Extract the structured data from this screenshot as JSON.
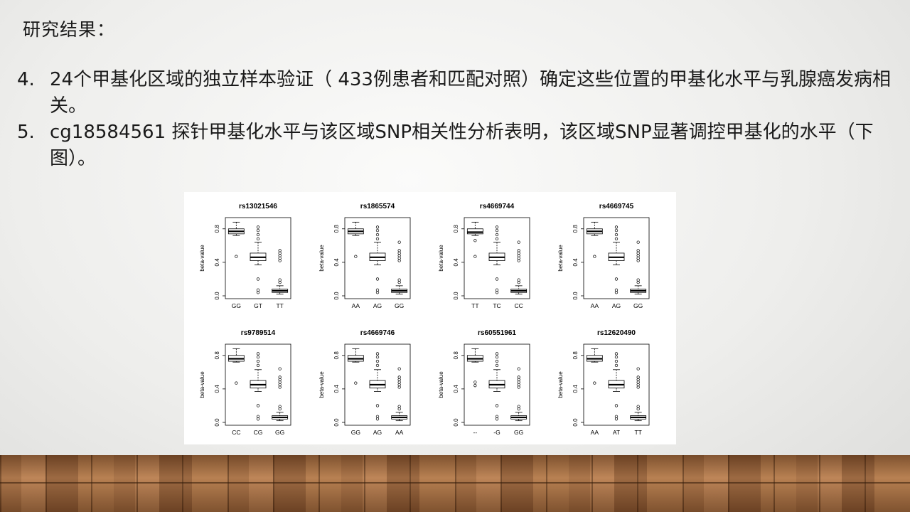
{
  "slide": {
    "title": "研究结果：",
    "bullets": [
      {
        "num": "4.",
        "text": "24个甲基化区域的独立样本验证（ 433例患者和匹配对照）确定这些位置的甲基化水平与乳腺癌发病相关。"
      },
      {
        "num": "5.",
        "text": "cg18584561 探针甲基化水平与该区域SNP相关性分析表明，该区域SNP显著调控甲基化的水平（下图）。"
      }
    ]
  },
  "chart_data": [
    {
      "type": "box",
      "title": "rs13021546",
      "ylabel": "beta-value",
      "ylim": [
        0,
        0.9
      ],
      "yticks": [
        "0.0",
        "0.4",
        "0.8"
      ],
      "categories": [
        "GG",
        "GT",
        "TT"
      ],
      "boxes": [
        {
          "min": 0.72,
          "q1": 0.74,
          "median": 0.77,
          "q3": 0.8,
          "max": 0.88,
          "outliers": [
            0.47
          ]
        },
        {
          "min": 0.37,
          "q1": 0.42,
          "median": 0.46,
          "q3": 0.51,
          "max": 0.64,
          "outliers": [
            0.68,
            0.73,
            0.78,
            0.82,
            0.2,
            0.07,
            0.04
          ]
        },
        {
          "min": 0.02,
          "q1": 0.04,
          "median": 0.06,
          "q3": 0.08,
          "max": 0.12,
          "outliers": [
            0.16,
            0.19,
            0.42,
            0.45,
            0.48,
            0.51,
            0.54
          ]
        }
      ]
    },
    {
      "type": "box",
      "title": "rs1865574",
      "ylabel": "beta-value",
      "ylim": [
        0,
        0.9
      ],
      "yticks": [
        "0.0",
        "0.4",
        "0.8"
      ],
      "categories": [
        "AA",
        "AG",
        "GG"
      ],
      "boxes": [
        {
          "min": 0.72,
          "q1": 0.74,
          "median": 0.77,
          "q3": 0.8,
          "max": 0.88,
          "outliers": [
            0.47
          ]
        },
        {
          "min": 0.37,
          "q1": 0.42,
          "median": 0.46,
          "q3": 0.51,
          "max": 0.64,
          "outliers": [
            0.68,
            0.73,
            0.78,
            0.82,
            0.2,
            0.07,
            0.04
          ]
        },
        {
          "min": 0.02,
          "q1": 0.04,
          "median": 0.06,
          "q3": 0.08,
          "max": 0.12,
          "outliers": [
            0.16,
            0.19,
            0.42,
            0.45,
            0.48,
            0.51,
            0.54,
            0.64
          ]
        }
      ]
    },
    {
      "type": "box",
      "title": "rs4669744",
      "ylabel": "beta-value",
      "ylim": [
        0,
        0.9
      ],
      "yticks": [
        "0.0",
        "0.4",
        "0.8"
      ],
      "categories": [
        "TT",
        "TC",
        "CC"
      ],
      "boxes": [
        {
          "min": 0.72,
          "q1": 0.74,
          "median": 0.76,
          "q3": 0.8,
          "max": 0.88,
          "outliers": [
            0.47,
            0.66
          ]
        },
        {
          "min": 0.37,
          "q1": 0.42,
          "median": 0.46,
          "q3": 0.51,
          "max": 0.64,
          "outliers": [
            0.68,
            0.73,
            0.78,
            0.82,
            0.2,
            0.07,
            0.04
          ]
        },
        {
          "min": 0.02,
          "q1": 0.04,
          "median": 0.06,
          "q3": 0.08,
          "max": 0.12,
          "outliers": [
            0.16,
            0.19,
            0.42,
            0.45,
            0.48,
            0.51,
            0.54,
            0.64
          ]
        }
      ]
    },
    {
      "type": "box",
      "title": "rs4669745",
      "ylabel": "beta-value",
      "ylim": [
        0,
        0.9
      ],
      "yticks": [
        "0.0",
        "0.4",
        "0.8"
      ],
      "categories": [
        "AA",
        "AG",
        "GG"
      ],
      "boxes": [
        {
          "min": 0.72,
          "q1": 0.74,
          "median": 0.77,
          "q3": 0.8,
          "max": 0.88,
          "outliers": [
            0.47
          ]
        },
        {
          "min": 0.37,
          "q1": 0.42,
          "median": 0.46,
          "q3": 0.51,
          "max": 0.64,
          "outliers": [
            0.68,
            0.73,
            0.78,
            0.82,
            0.2,
            0.07,
            0.04
          ]
        },
        {
          "min": 0.02,
          "q1": 0.04,
          "median": 0.06,
          "q3": 0.08,
          "max": 0.12,
          "outliers": [
            0.16,
            0.19,
            0.42,
            0.45,
            0.48,
            0.51,
            0.54,
            0.64
          ]
        }
      ]
    },
    {
      "type": "box",
      "title": "rs9789514",
      "ylabel": "beta-value",
      "ylim": [
        0,
        0.9
      ],
      "yticks": [
        "0.0",
        "0.4",
        "0.8"
      ],
      "categories": [
        "CC",
        "CG",
        "GG"
      ],
      "boxes": [
        {
          "min": 0.72,
          "q1": 0.73,
          "median": 0.76,
          "q3": 0.8,
          "max": 0.88,
          "outliers": [
            0.47
          ]
        },
        {
          "min": 0.37,
          "q1": 0.41,
          "median": 0.45,
          "q3": 0.5,
          "max": 0.63,
          "outliers": [
            0.68,
            0.73,
            0.78,
            0.82,
            0.2,
            0.07,
            0.04
          ]
        },
        {
          "min": 0.02,
          "q1": 0.04,
          "median": 0.06,
          "q3": 0.08,
          "max": 0.12,
          "outliers": [
            0.16,
            0.19,
            0.42,
            0.45,
            0.48,
            0.51,
            0.54,
            0.64
          ]
        }
      ]
    },
    {
      "type": "box",
      "title": "rs4669746",
      "ylabel": "beta-value",
      "ylim": [
        0,
        0.9
      ],
      "yticks": [
        "0.0",
        "0.4",
        "0.8"
      ],
      "categories": [
        "GG",
        "AG",
        "AA"
      ],
      "boxes": [
        {
          "min": 0.72,
          "q1": 0.73,
          "median": 0.76,
          "q3": 0.8,
          "max": 0.88,
          "outliers": [
            0.47
          ]
        },
        {
          "min": 0.37,
          "q1": 0.41,
          "median": 0.45,
          "q3": 0.5,
          "max": 0.63,
          "outliers": [
            0.68,
            0.73,
            0.78,
            0.82,
            0.2,
            0.07,
            0.04
          ]
        },
        {
          "min": 0.02,
          "q1": 0.04,
          "median": 0.06,
          "q3": 0.08,
          "max": 0.12,
          "outliers": [
            0.16,
            0.19,
            0.42,
            0.45,
            0.48,
            0.51,
            0.54,
            0.64
          ]
        }
      ]
    },
    {
      "type": "box",
      "title": "rs60551961",
      "ylabel": "beta-value",
      "ylim": [
        0,
        0.9
      ],
      "yticks": [
        "0.0",
        "0.4",
        "0.8"
      ],
      "categories": [
        "--",
        "-G",
        "GG"
      ],
      "boxes": [
        {
          "min": 0.72,
          "q1": 0.73,
          "median": 0.76,
          "q3": 0.8,
          "max": 0.88,
          "outliers": [
            0.44,
            0.48
          ]
        },
        {
          "min": 0.37,
          "q1": 0.41,
          "median": 0.45,
          "q3": 0.5,
          "max": 0.63,
          "outliers": [
            0.68,
            0.73,
            0.78,
            0.82,
            0.2,
            0.07,
            0.04
          ]
        },
        {
          "min": 0.02,
          "q1": 0.04,
          "median": 0.06,
          "q3": 0.08,
          "max": 0.12,
          "outliers": [
            0.16,
            0.19,
            0.42,
            0.45,
            0.48,
            0.51,
            0.54,
            0.64
          ]
        }
      ]
    },
    {
      "type": "box",
      "title": "rs12620490",
      "ylabel": "beta-value",
      "ylim": [
        0,
        0.9
      ],
      "yticks": [
        "0.0",
        "0.4",
        "0.8"
      ],
      "categories": [
        "AA",
        "AT",
        "TT"
      ],
      "boxes": [
        {
          "min": 0.72,
          "q1": 0.73,
          "median": 0.76,
          "q3": 0.8,
          "max": 0.88,
          "outliers": [
            0.47
          ]
        },
        {
          "min": 0.37,
          "q1": 0.41,
          "median": 0.45,
          "q3": 0.5,
          "max": 0.63,
          "outliers": [
            0.68,
            0.73,
            0.78,
            0.82,
            0.2,
            0.07,
            0.04
          ]
        },
        {
          "min": 0.02,
          "q1": 0.04,
          "median": 0.06,
          "q3": 0.08,
          "max": 0.12,
          "outliers": [
            0.16,
            0.19,
            0.42,
            0.45,
            0.48,
            0.51,
            0.54,
            0.64
          ]
        }
      ]
    }
  ]
}
